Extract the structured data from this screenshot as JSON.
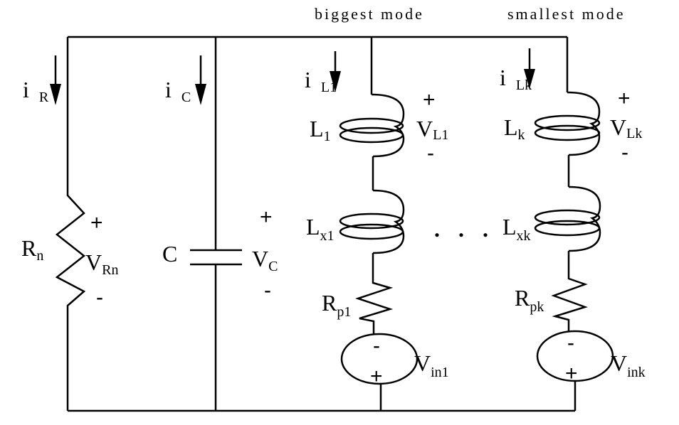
{
  "headers": {
    "branch1": "biggest mode",
    "branchk": "smallest mode"
  },
  "labels": {
    "iR": {
      "main": "i",
      "sub": "R"
    },
    "iC": {
      "main": "i",
      "sub": "C"
    },
    "iL1": {
      "main": "i",
      "sub": "L1"
    },
    "iLk": {
      "main": "i",
      "sub": "Lk"
    },
    "Rn": {
      "main": "R",
      "sub": "n"
    },
    "VRn": {
      "main": "V",
      "sub": "Rn"
    },
    "C": "C",
    "VC": {
      "main": "V",
      "sub": "C"
    },
    "L1": {
      "main": "L",
      "sub": "1"
    },
    "VL1": {
      "main": "V",
      "sub": "L1"
    },
    "Lx1": {
      "main": "L",
      "sub": "x1"
    },
    "Rp1": {
      "main": "R",
      "sub": "p1"
    },
    "Vin1": {
      "main": "V",
      "sub": "in1"
    },
    "Lk": {
      "main": "L",
      "sub": "k"
    },
    "VLk": {
      "main": "V",
      "sub": "Lk"
    },
    "Lxk": {
      "main": "L",
      "sub": "xk"
    },
    "Rpk": {
      "main": "R",
      "sub": "pk"
    },
    "Vink": {
      "main": "V",
      "sub": "ink"
    },
    "ellipsis": ". . ."
  },
  "signs": {
    "plus": "+",
    "minus": "-"
  }
}
